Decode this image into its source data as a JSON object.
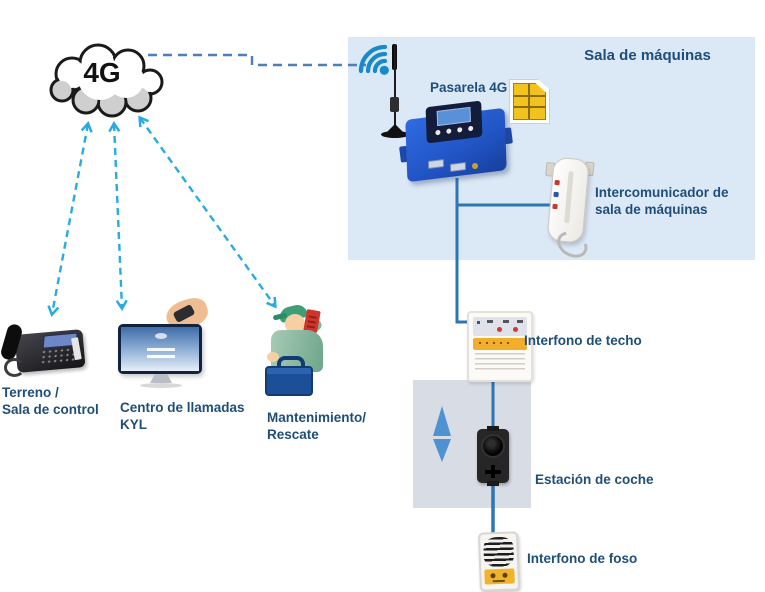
{
  "diagram": {
    "cloud": {
      "label": "4G"
    },
    "machine_room": {
      "title": "Sala de máquinas",
      "gateway_label": "Pasarela 4G",
      "intercom_label": {
        "line1": "Intercomunicador de",
        "line2": "sala de máquinas"
      }
    },
    "ground": {
      "phone": {
        "line1": "Terreno /",
        "line2": "Sala de control"
      },
      "call_center": {
        "line1": "Centro de llamadas",
        "line2": "KYL"
      },
      "maintenance": {
        "line1": "Mantenimiento/",
        "line2": "Rescate"
      }
    },
    "shaft": {
      "ceiling_intercom_label": "Interfono de techo",
      "car_station_label": "Estación de coche",
      "pit_intercom_label": "Interfono de foso"
    },
    "icons": {
      "wifi": "wifi-icon",
      "antenna": "antenna-icon",
      "sim_card": "sim-card-icon",
      "cloud": "cloud-icon",
      "elevator_arrows": "up-down-arrows-icon"
    },
    "colors": {
      "machine_room_bg": "#dbe8f5",
      "shaft_bg": "#d8dde5",
      "label_navy": "#1f4e79",
      "solid_line_blue": "#2e75b6",
      "dashed_steel_blue": "#4d7fbe",
      "arrow_cyan": "#29abe2",
      "gateway_blue": "#2256c7",
      "sim_gold": "#f2c31d",
      "alert_yellow": "#f0b32a"
    }
  }
}
